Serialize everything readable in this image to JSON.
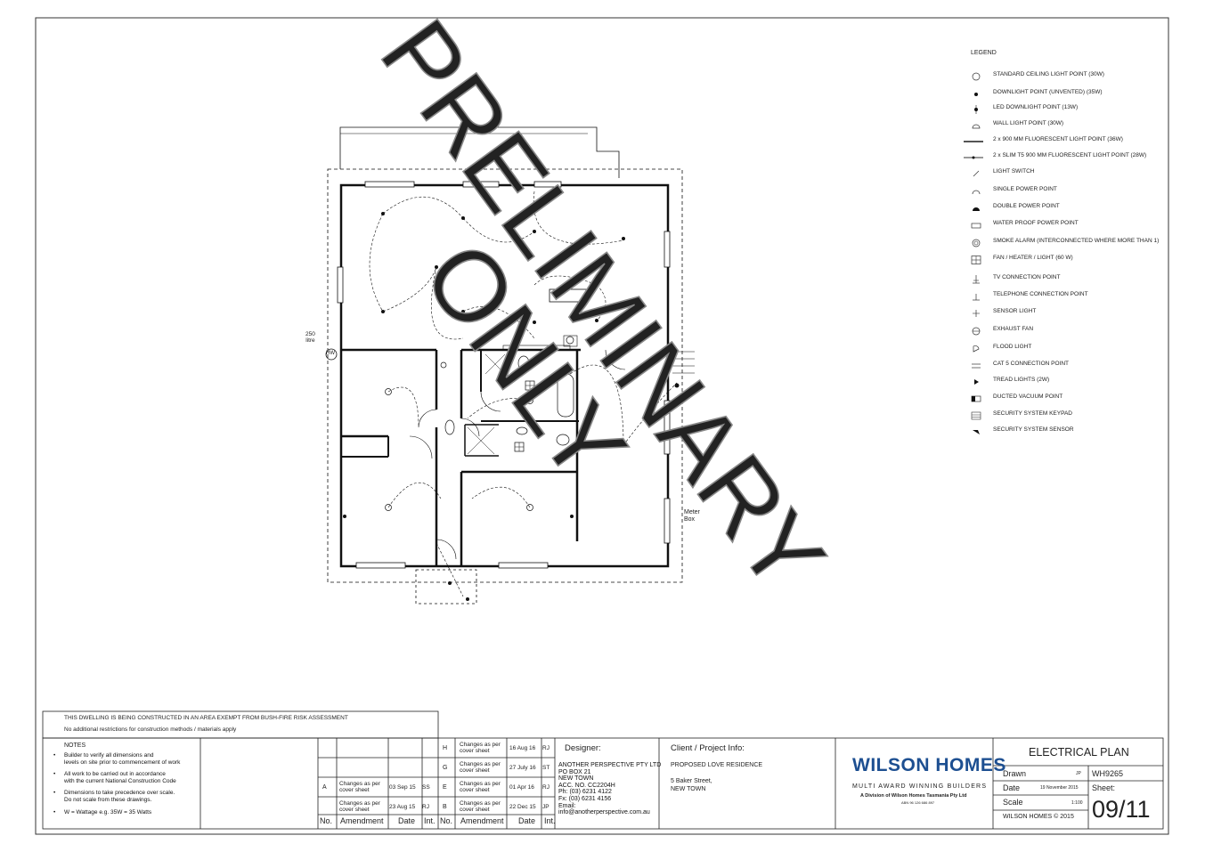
{
  "legend": {
    "title": "LEGEND",
    "items": [
      {
        "icon": "ceiling-light-icon",
        "label": "STANDARD CEILING LIGHT POINT (30W)"
      },
      {
        "icon": "downlight-icon",
        "label": "DOWNLIGHT POINT (UNVENTED) (35W)"
      },
      {
        "icon": "led-downlight-icon",
        "label": "LED DOWNLIGHT POINT (13W)"
      },
      {
        "icon": "wall-light-icon",
        "label": "WALL LIGHT POINT (30W)"
      },
      {
        "icon": "fluorescent-light-icon",
        "label": "2 x 900 MM FLUORESCENT LIGHT POINT (36W)"
      },
      {
        "icon": "slim-fluorescent-icon",
        "label": "2 x SLIM T5 900 MM FLUORESCENT LIGHT POINT (28W)"
      },
      {
        "icon": "light-switch-icon",
        "label": "LIGHT SWITCH"
      },
      {
        "icon": "single-power-point-icon",
        "label": "SINGLE POWER POINT"
      },
      {
        "icon": "double-power-point-icon",
        "label": "DOUBLE POWER POINT"
      },
      {
        "icon": "waterproof-power-point-icon",
        "label": "WATER PROOF POWER POINT"
      },
      {
        "icon": "smoke-alarm-icon",
        "label": "SMOKE ALARM (INTERCONNECTED WHERE MORE THAN 1)"
      },
      {
        "icon": "fan-heater-light-icon",
        "label": "FAN / HEATER / LIGHT (60 W)"
      },
      {
        "icon": "tv-connection-icon",
        "label": "TV CONNECTION POINT"
      },
      {
        "icon": "telephone-connection-icon",
        "label": "TELEPHONE CONNECTION POINT"
      },
      {
        "icon": "sensor-light-icon",
        "label": "SENSOR LIGHT"
      },
      {
        "icon": "exhaust-fan-icon",
        "label": "EXHAUST FAN"
      },
      {
        "icon": "flood-light-icon",
        "label": "FLOOD LIGHT"
      },
      {
        "icon": "cat5-connection-icon",
        "label": "CAT 5 CONNECTION POINT"
      },
      {
        "icon": "tread-light-icon",
        "label": "TREAD LIGHTS (2W)"
      },
      {
        "icon": "ducted-vacuum-icon",
        "label": "DUCTED VACUUM POINT"
      },
      {
        "icon": "security-keypad-icon",
        "label": "SECURITY SYSTEM KEYPAD"
      },
      {
        "icon": "security-sensor-icon",
        "label": "SECURITY SYSTEM SENSOR"
      }
    ]
  },
  "watermark": {
    "line1": "PRELIMINARY",
    "line2": "ONLY"
  },
  "plan_labels": {
    "meter_box_1": "Meter",
    "meter_box_2": "Box",
    "tank_1": "250",
    "tank_2": "litre",
    "hw": "HW"
  },
  "notice": {
    "line1": "THIS DWELLING IS BEING CONSTRUCTED IN AN AREA EXEMPT FROM BUSH-FIRE RISK ASSESSMENT",
    "line2": "No additional restrictions for construction methods / materials apply"
  },
  "notes": {
    "title": "NOTES",
    "items": [
      [
        "Builder to verify all dimensions and",
        "levels on site prior to commencement of work"
      ],
      [
        "All work to be carried out in accordance",
        "with the current National Construction Code"
      ],
      [
        "Dimensions to take precedence over scale.",
        "Do not scale from these drawings."
      ],
      [
        "W = Wattage e.g. 35W = 35 Watts"
      ]
    ]
  },
  "amendments_left": {
    "rows": [
      {
        "no": "",
        "text": [
          "",
          ""
        ],
        "date": "",
        "init": ""
      },
      {
        "no": "",
        "text": [
          "",
          ""
        ],
        "date": "",
        "init": ""
      },
      {
        "no": "A",
        "text": [
          "Changes as per",
          "cover sheet"
        ],
        "date": "03 Sep 15",
        "init": "SS"
      },
      {
        "no": "",
        "text": [
          "Changes as per",
          "cover sheet"
        ],
        "date": "23 Aug 15",
        "init": "RJ"
      }
    ],
    "headers": {
      "no": "No.",
      "amendment": "Amendment",
      "date": "Date",
      "init": "Int."
    }
  },
  "amendments_right": {
    "rows": [
      {
        "no": "H",
        "text": [
          "Changes as per",
          "cover sheet"
        ],
        "date": "16 Aug 16",
        "init": "RJ"
      },
      {
        "no": "G",
        "text": [
          "Changes as per",
          "cover sheet"
        ],
        "date": "27 July 16",
        "init": "ST"
      },
      {
        "no": "E",
        "text": [
          "Changes as per",
          "cover sheet"
        ],
        "date": "01 Apr 16",
        "init": "RJ"
      },
      {
        "no": "B",
        "text": [
          "Changes as per",
          "cover sheet"
        ],
        "date": "22 Dec 15",
        "init": "JP"
      }
    ],
    "headers": {
      "no": "No.",
      "amendment": "Amendment",
      "date": "Date",
      "init": "Int."
    }
  },
  "designer": {
    "heading": "Designer:",
    "lines": [
      "ANOTHER PERSPECTIVE PTY LTD",
      "PO BOX 21",
      "NEW TOWN",
      "ACC. NO. CC2204H",
      "Ph: (03) 6231 4122",
      "Fx: (03) 6231 4156",
      "Email:",
      "info@anotherperspective.com.au"
    ]
  },
  "client": {
    "heading": "Client / Project Info:",
    "project": "PROPOSED LOVE RESIDENCE",
    "address1": "5 Baker Street,",
    "address2": "NEW TOWN"
  },
  "brand": {
    "name": "WILSON HOMES",
    "tagline": "MULTI AWARD WINNING BUILDERS",
    "division": "A Division of Wilson Homes Tasmania Pty Ltd",
    "abn": "ABN 96 126 686 897",
    "color": "#1d4f91"
  },
  "title_block": {
    "title": "ELECTRICAL PLAN",
    "drawn_label": "Drawn",
    "drawn_value": "JP",
    "job_no": "WH9265",
    "date_label": "Date",
    "date_value": "19 November 2015",
    "sheet_label": "Sheet:",
    "scale_label": "Scale",
    "scale_value": "1:100",
    "copyright": "WILSON HOMES © 2015",
    "sheet_no": "09/11"
  }
}
